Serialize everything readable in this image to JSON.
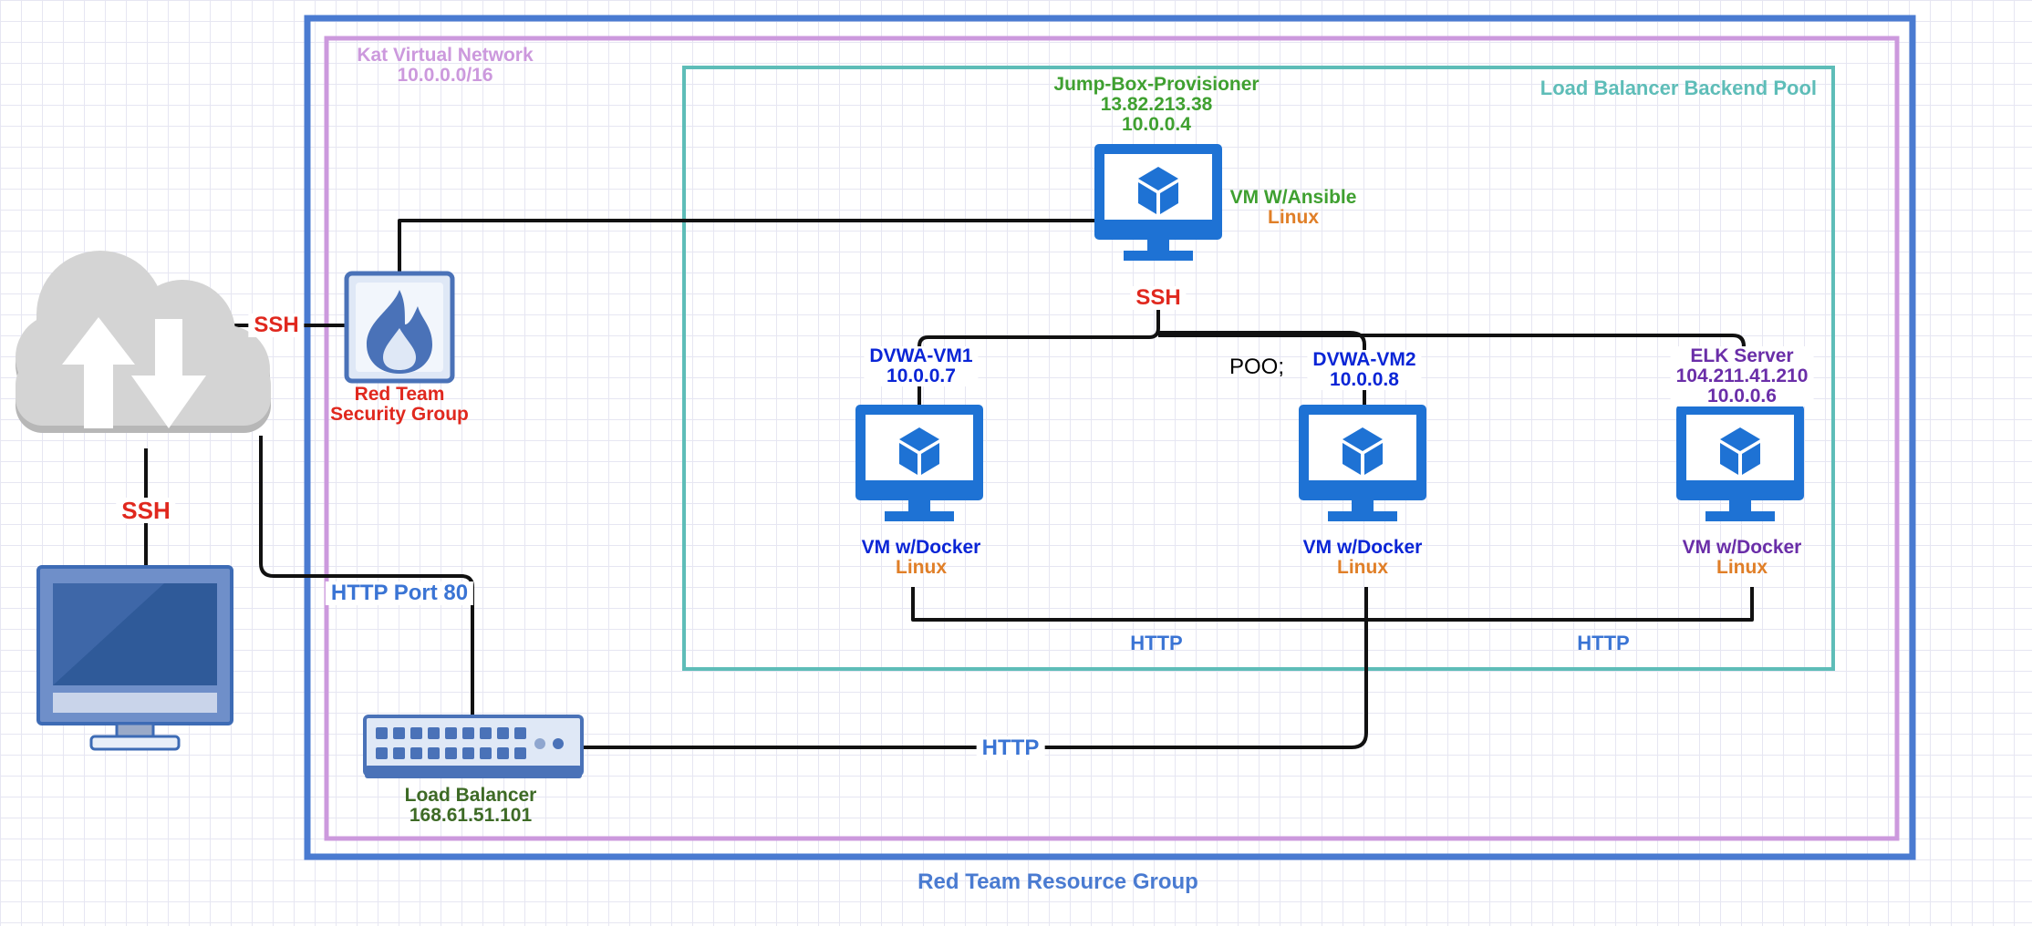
{
  "colors": {
    "resource_group": "#4a7bd1",
    "virtual_network": "#cc99dd",
    "backend_pool": "#5ebdb8",
    "ssh": "#e0281e",
    "jump_box": "#3fa030",
    "vm_blue": "#0a25d6",
    "elk": "#6a2ea8",
    "linux": "#e07f28",
    "http": "#3a74d4",
    "load_balancer": "#3d6a25",
    "cloud": "#cfcfcf",
    "vm_icon": "#1e72d4"
  },
  "resource_group": {
    "label": "Red Team Resource Group"
  },
  "virtual_network": {
    "name": "Kat Virtual Network",
    "cidr": "10.0.0.0/16"
  },
  "backend_pool": {
    "label": "Load Balancer Backend Pool"
  },
  "internet": {
    "icon": "cloud-upload-download-icon"
  },
  "workstation": {
    "icon": "desktop-monitor-icon"
  },
  "security_group": {
    "icon": "firewall-flame-icon",
    "line1": "Red Team",
    "line2": "Security Group"
  },
  "jump_box": {
    "name": "Jump-Box-Provisioner",
    "public_ip": "13.82.213.38",
    "private_ip": "10.0.0.4",
    "role": "VM W/Ansible",
    "os": "Linux",
    "icon": "vm-monitor-icon"
  },
  "vms": [
    {
      "name": "DVWA-VM1",
      "private_ip": "10.0.0.7",
      "role": "VM w/Docker",
      "os": "Linux",
      "icon": "vm-monitor-icon"
    },
    {
      "name": "DVWA-VM2",
      "private_ip": "10.0.0.8",
      "role": "VM w/Docker",
      "os": "Linux",
      "icon": "vm-monitor-icon"
    }
  ],
  "elk": {
    "name": "ELK Server",
    "public_ip": "104.211.41.210",
    "private_ip": "10.0.0.6",
    "role": "VM w/Docker",
    "os": "Linux",
    "icon": "vm-monitor-icon"
  },
  "load_balancer": {
    "name": "Load Balancer",
    "ip": "168.61.51.101",
    "icon": "network-switch-icon"
  },
  "connections": {
    "ssh_cloud_nsg": "SSH",
    "ssh_workstation": "SSH",
    "ssh_jumpbox": "SSH",
    "http_port": "HTTP Port 80",
    "http_pool_1": "HTTP",
    "http_pool_2": "HTTP",
    "http_lb": "HTTP"
  },
  "stray_text": "POO;"
}
